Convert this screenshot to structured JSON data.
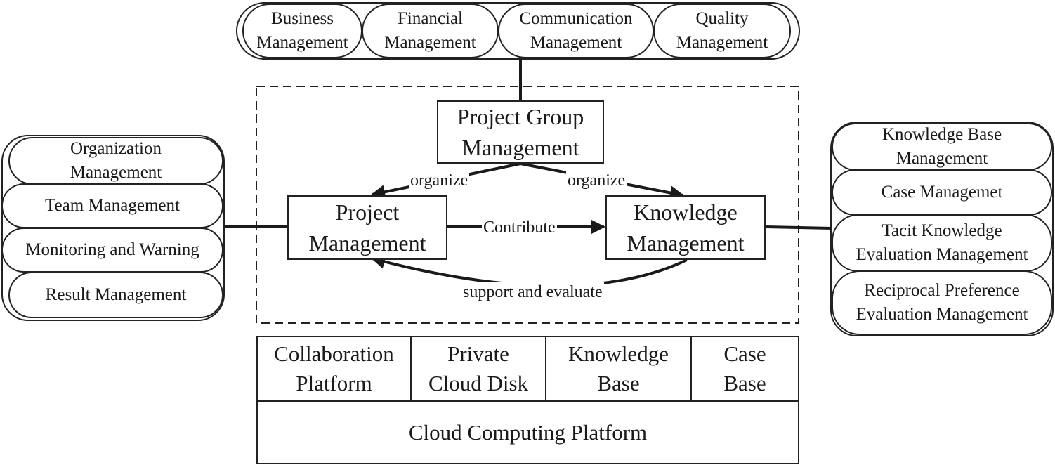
{
  "top_group": {
    "items": [
      "Business\nManagement",
      "Financial\nManagement",
      "Communication\nManagement",
      "Quality\nManagement"
    ]
  },
  "left_group": {
    "items": [
      "Organization\nManagement",
      "Team Management",
      "Monitoring and Warning",
      "Result Management"
    ]
  },
  "right_group": {
    "items": [
      "Knowledge Base\nManagement",
      "Case Managemet",
      "Tacit Knowledge\nEvaluation Management",
      "Reciprocal Preference\nEvaluation Management"
    ]
  },
  "core": {
    "project_group": "Project Group\nManagement",
    "project": "Project\nManagement",
    "knowledge": "Knowledge\nManagement",
    "edges": {
      "organize_left": "organize",
      "organize_right": "organize",
      "contribute": "Contribute",
      "support": "support and evaluate"
    }
  },
  "platform": {
    "cells": [
      "Collaboration\nPlatform",
      "Private\nCloud Disk",
      "Knowledge\nBase",
      "Case\nBase"
    ],
    "base": "Cloud Computing Platform"
  }
}
